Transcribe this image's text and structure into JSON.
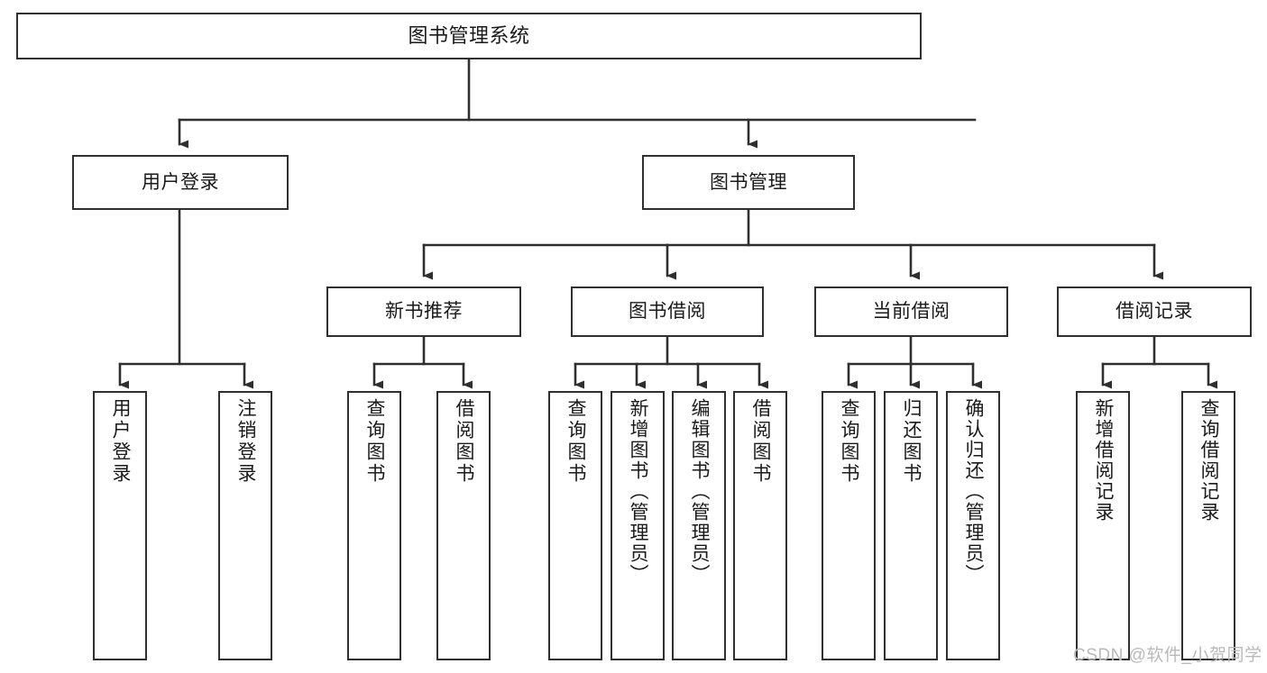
{
  "diagram": {
    "title": "图书管理系统",
    "style": {
      "stroke": "#2f2f2f",
      "fill": "#ffffff",
      "text": "#1a1a1a",
      "watermark_color": "#b9b9b9"
    },
    "watermark": "CSDN @软件_小贺同学",
    "nodes": {
      "root": {
        "label": "图书管理系统"
      },
      "level2": [
        {
          "id": "user-login",
          "label": "用户登录"
        },
        {
          "id": "book-manage",
          "label": "图书管理"
        }
      ],
      "level3": [
        {
          "id": "new-book-rec",
          "label": "新书推荐"
        },
        {
          "id": "book-borrow",
          "label": "图书借阅"
        },
        {
          "id": "current-borrow",
          "label": "当前借阅"
        },
        {
          "id": "borrow-record",
          "label": "借阅记录"
        }
      ],
      "leaves": {
        "user_login": [
          {
            "id": "leaf-user-login",
            "label": "用户登录"
          },
          {
            "id": "leaf-logout",
            "label": "注销登录"
          }
        ],
        "new_book_rec": [
          {
            "id": "leaf-query-book-1",
            "label": "查询图书"
          },
          {
            "id": "leaf-borrow-book-1",
            "label": "借阅图书"
          }
        ],
        "book_borrow": [
          {
            "id": "leaf-query-book-2",
            "label": "查询图书"
          },
          {
            "id": "leaf-add-book",
            "label": "新增图书（管理员）"
          },
          {
            "id": "leaf-edit-book",
            "label": "编辑图书（管理员）"
          },
          {
            "id": "leaf-borrow-book-2",
            "label": "借阅图书"
          }
        ],
        "current_borrow": [
          {
            "id": "leaf-query-book-3",
            "label": "查询图书"
          },
          {
            "id": "leaf-return-book",
            "label": "归还图书"
          },
          {
            "id": "leaf-confirm-return",
            "label": "确认归还（管理员）"
          }
        ],
        "borrow_record": [
          {
            "id": "leaf-add-record",
            "label": "新增借阅记录"
          },
          {
            "id": "leaf-query-record",
            "label": "查询借阅记录"
          }
        ]
      }
    }
  }
}
